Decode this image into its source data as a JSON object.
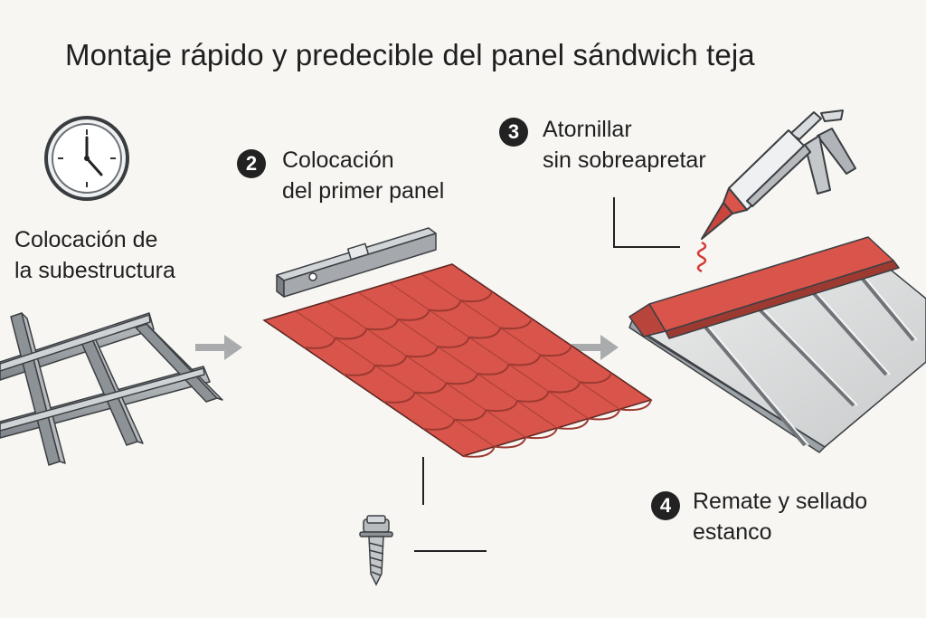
{
  "title": "Montaje rápido y predecible del panel sándwich teja",
  "steps": [
    {
      "number": "",
      "line1": "Colocación de",
      "line2": "la subestructura",
      "icon": "clock-icon"
    },
    {
      "number": "2",
      "line1": "Colocación",
      "line2": "del primer panel",
      "icon": "spirit-level-icon"
    },
    {
      "number": "3",
      "line1": "Atornillar",
      "line2": "sin sobreapretar",
      "icon": "caulking-gun-icon"
    },
    {
      "number": "4",
      "line1": "Remate y sellado",
      "line2": "estanco",
      "icon": "screw-icon"
    }
  ],
  "colors": {
    "background": "#f7f6f2",
    "tile_red": "#d9544a",
    "tile_dark": "#9c3a32",
    "steel": "#9ea3a7",
    "badge": "#222222",
    "arrow": "#a9abad"
  }
}
